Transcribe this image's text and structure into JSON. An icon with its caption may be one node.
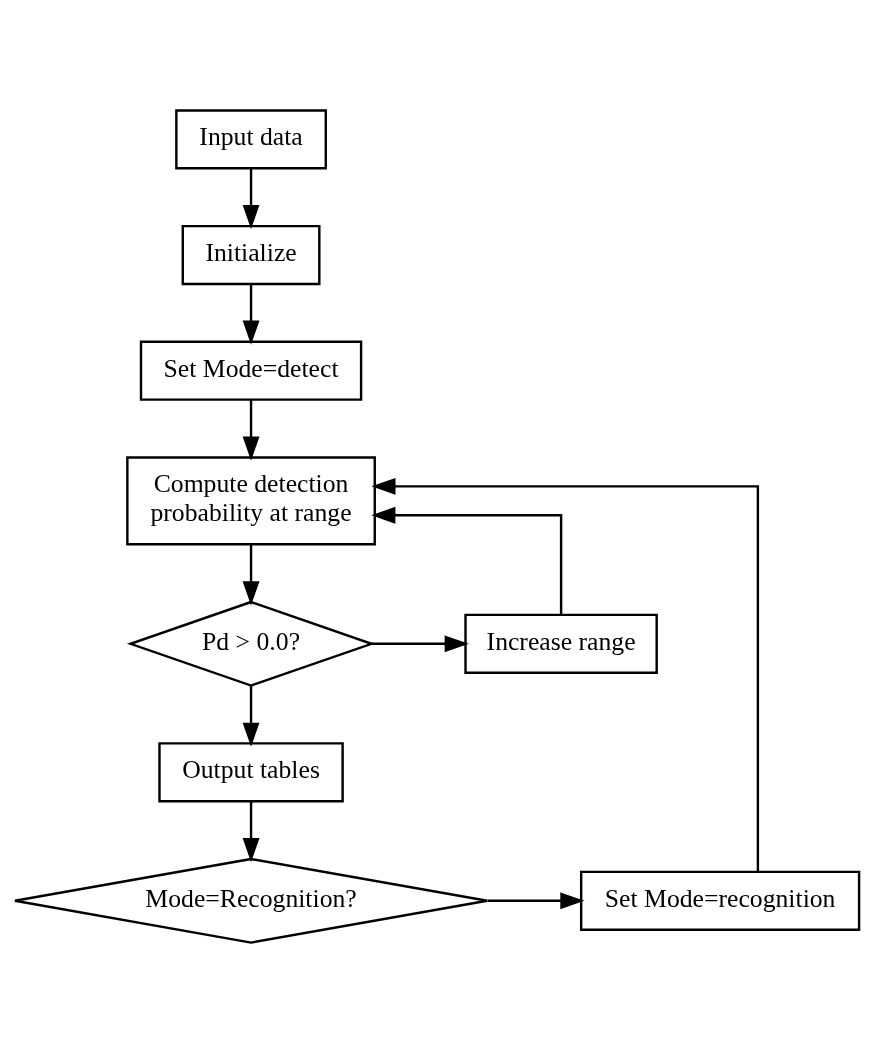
{
  "diagram": {
    "nodes": [
      {
        "text": [
          "Input data"
        ]
      },
      {
        "text": [
          "Initialize"
        ]
      },
      {
        "text": [
          "Set Mode=detect"
        ]
      },
      {
        "text": [
          "Compute detection probability at range"
        ]
      },
      {
        "text": [
          "Pd > 0.0?"
        ]
      },
      {
        "text": [
          "Increase range"
        ]
      },
      {
        "text": [
          "Output tables"
        ]
      },
      {
        "text": [
          "Mode=Recognition?"
        ]
      },
      {
        "text": [
          "Set Mode=recognition"
        ]
      }
    ],
    "edges": [
      {
        "from": 0,
        "to": 1,
        "arrow": "to"
      },
      {
        "from": 1,
        "to": 2,
        "arrow": "to"
      },
      {
        "from": 2,
        "to": 3,
        "arrow": "to"
      },
      {
        "from": 3,
        "to": 4,
        "arrow": "to"
      },
      {
        "from": 4,
        "to": 5,
        "arrow": "to"
      },
      {
        "from": 5,
        "to": 3,
        "arrow": "to"
      },
      {
        "from": 4,
        "to": 6,
        "arrow": "to"
      },
      {
        "from": 6,
        "to": 7,
        "arrow": "to"
      },
      {
        "from": 7,
        "to": 8,
        "arrow": "to"
      },
      {
        "from": 8,
        "to": 3,
        "arrow": "to"
      }
    ]
  }
}
